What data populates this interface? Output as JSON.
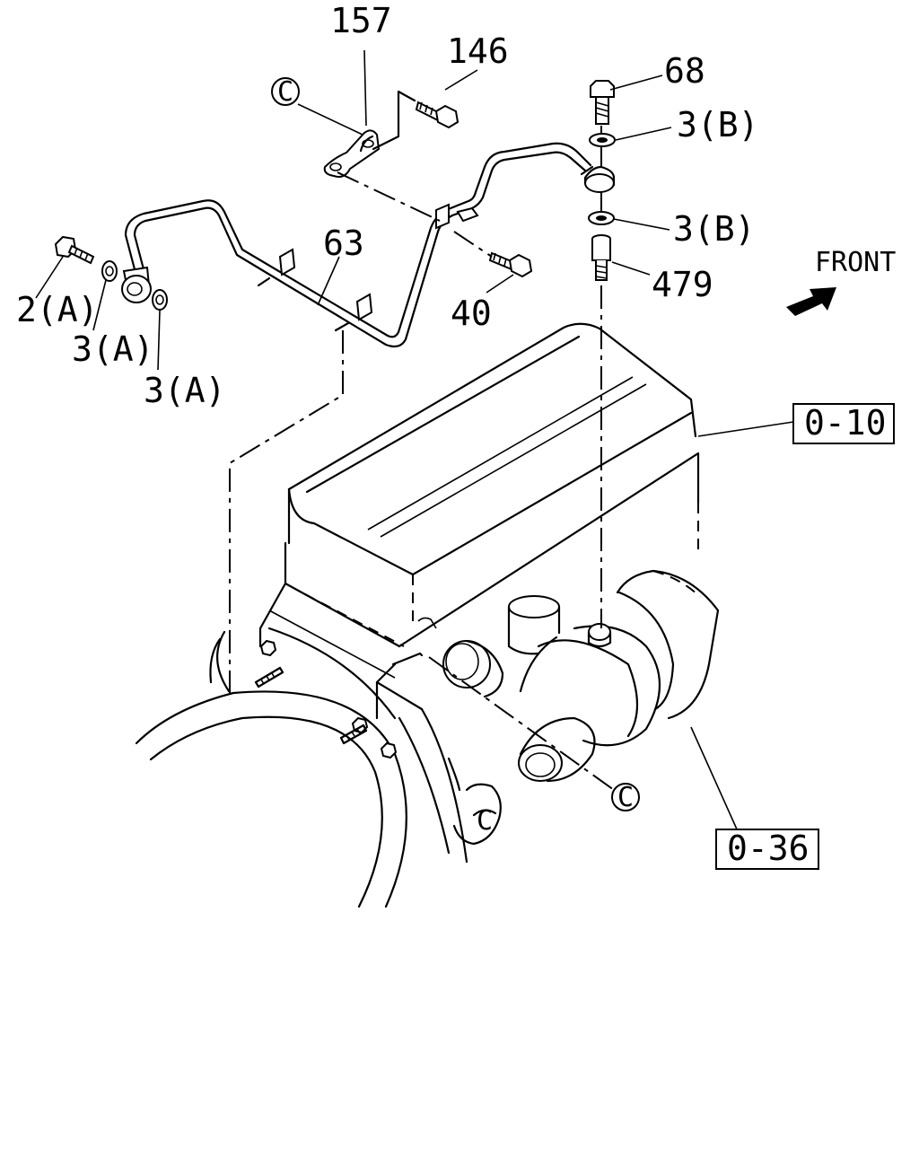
{
  "diagram": {
    "callouts": {
      "p157": "157",
      "p146": "146",
      "p68": "68",
      "p3b_top": "3(B)",
      "p3b_bottom": "3(B)",
      "p479": "479",
      "p63": "63",
      "p40": "40",
      "p2a": "2(A)",
      "p3a_left": "3(A)",
      "p3a_right": "3(A)",
      "front": "FRONT",
      "ref_010": "0-10",
      "ref_036": "0-36",
      "c_top": "C",
      "c_bottom": "C",
      "c_engine": "C"
    }
  }
}
